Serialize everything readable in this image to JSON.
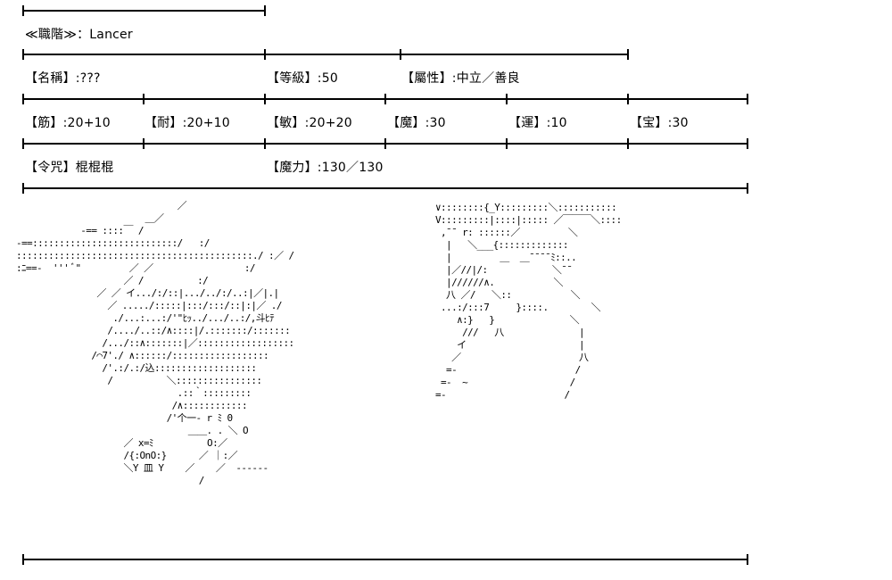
{
  "palette": {
    "background": "#ffffff",
    "ink": "#000000"
  },
  "sheet": {
    "class_row": {
      "label": "≪職階≫：Lancer"
    },
    "name_row": {
      "name": "【名稱】:???",
      "level": "【等級】:50",
      "alignment": "【屬性】:中立／善良"
    },
    "stats_row": {
      "strength": "【筋】:20+10",
      "endurance": "【耐】:20+10",
      "agility": "【敏】:20+20",
      "magic": "【魔】:30",
      "luck": "【運】:10",
      "noble_phantasm": "【宝】:30"
    },
    "command_row": {
      "command_seals": "【令咒】棍棍棍",
      "mana": "【魔力】:130／130"
    }
  },
  "ascii_art": "                              ／\n                        ＿／\n            -== ::::￣ /\n-==:::::::::::::::::::::::::::/   :/\n::::::::::::::::::::::::::::::::::::::::::::./ :／ /\n:ﾆ==-  ''' ﾞ\"         ／ ／                 :/\n                    ／ /          :/\n               ／ ／ イ.../:/::|.../../:/..:|／|.|\n                 ／ ...../:::::|:::/:::/::|:|／ ./\n                  ./...:...:/'\"ﾋｯ../.../..:/,斗ﾋﾃ\n                 /..../..::/∧::::|/.:::::::/:::::::\n                /.../::∧:::::::|／::::::::::::::::::\n              /⌒7'./ ∧::::::/::::::::::::::::::\n                /'.:/.:/込:::::::::::::::::::\n                 /          ＼::::::::::::::::\n                              .::｀:::::::::\n                             /∧::::::::::::\n                            /'个一- r ﾐ 0\n                                ＿＿. . ＼ O\n                    ／ x=ﾐ          O:／\n                    /{:OnO:}      ／ ｜:／\n                    ＼Y 皿 Y    ／    ／  ------\n                                  /",
  "ascii_art_right": "∨::::::::{_Y:::::::::＼:::::::::::\nV:::::::::|::::|::::: ／￣￣￣＼::::\n ,¯¯ r: ::::::／         ＼\n  |   ＼___{:::::::::::::\n  |         ＿  ＿¯¯¯¯ﾐ::..\n  |／//|/:            ＼¯¯\n  |//////∧.           ＼  \n  八 ／/   ＼::           ＼\n ...:/:::7     }::::.        ＼\n    ∧:}   }              ＼\n     ///   八              |\n    イ                     |\n   ／                      八\n  =-                      /\n =-  ~                   /\n=-                      /"
}
